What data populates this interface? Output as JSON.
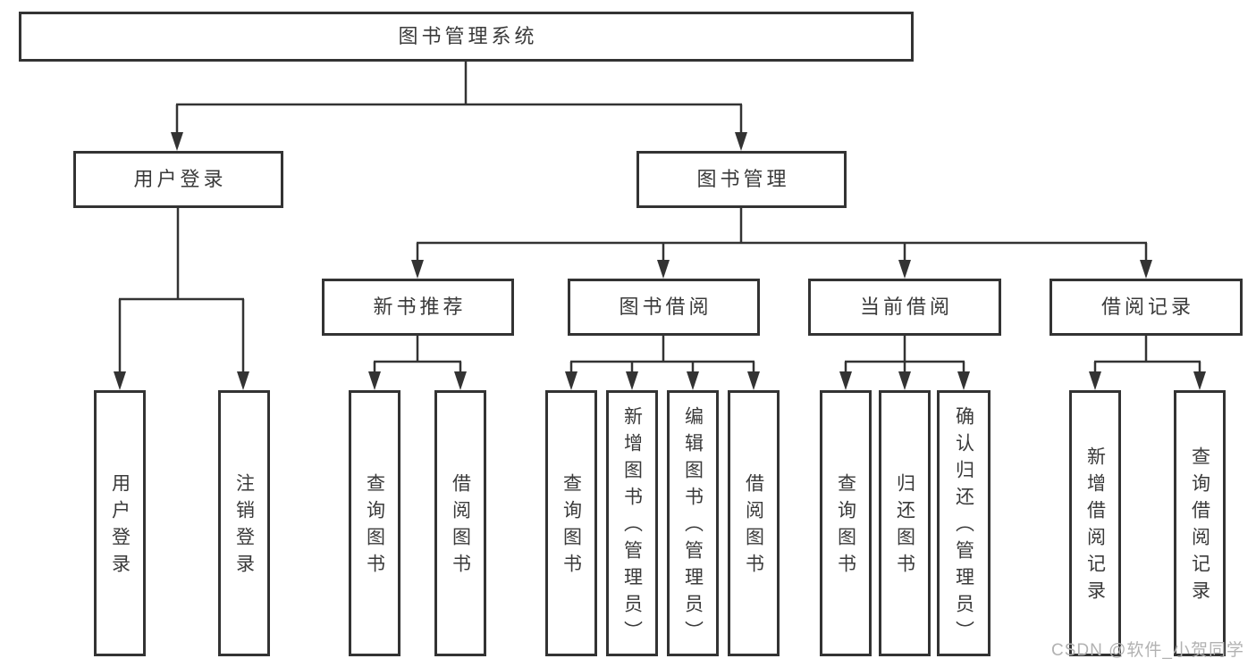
{
  "colors": {
    "line": "#333333",
    "text": "#3a3a3a",
    "box_bg": "#ffffff",
    "watermark": "#b2b2b2"
  },
  "watermark": {
    "text": "CSDN @软件_小贺同学"
  },
  "tree": {
    "root": {
      "label": "图书管理系统"
    },
    "branches": [
      {
        "label": "用户登录",
        "children": [
          {
            "label": "用户登录"
          },
          {
            "label": "注销登录"
          }
        ]
      },
      {
        "label": "图书管理",
        "sections": [
          {
            "label": "新书推荐",
            "children": [
              {
                "label": "查询图书"
              },
              {
                "label": "借阅图书"
              }
            ]
          },
          {
            "label": "图书借阅",
            "children": [
              {
                "label": "查询图书"
              },
              {
                "label": "新增图书（管理员）"
              },
              {
                "label": "编辑图书（管理员）"
              },
              {
                "label": "借阅图书"
              }
            ]
          },
          {
            "label": "当前借阅",
            "children": [
              {
                "label": "查询图书"
              },
              {
                "label": "归还图书"
              },
              {
                "label": "确认归还（管理员）"
              }
            ]
          },
          {
            "label": "借阅记录",
            "children": [
              {
                "label": "新增借阅记录"
              },
              {
                "label": "查询借阅记录"
              }
            ]
          }
        ]
      }
    ]
  }
}
